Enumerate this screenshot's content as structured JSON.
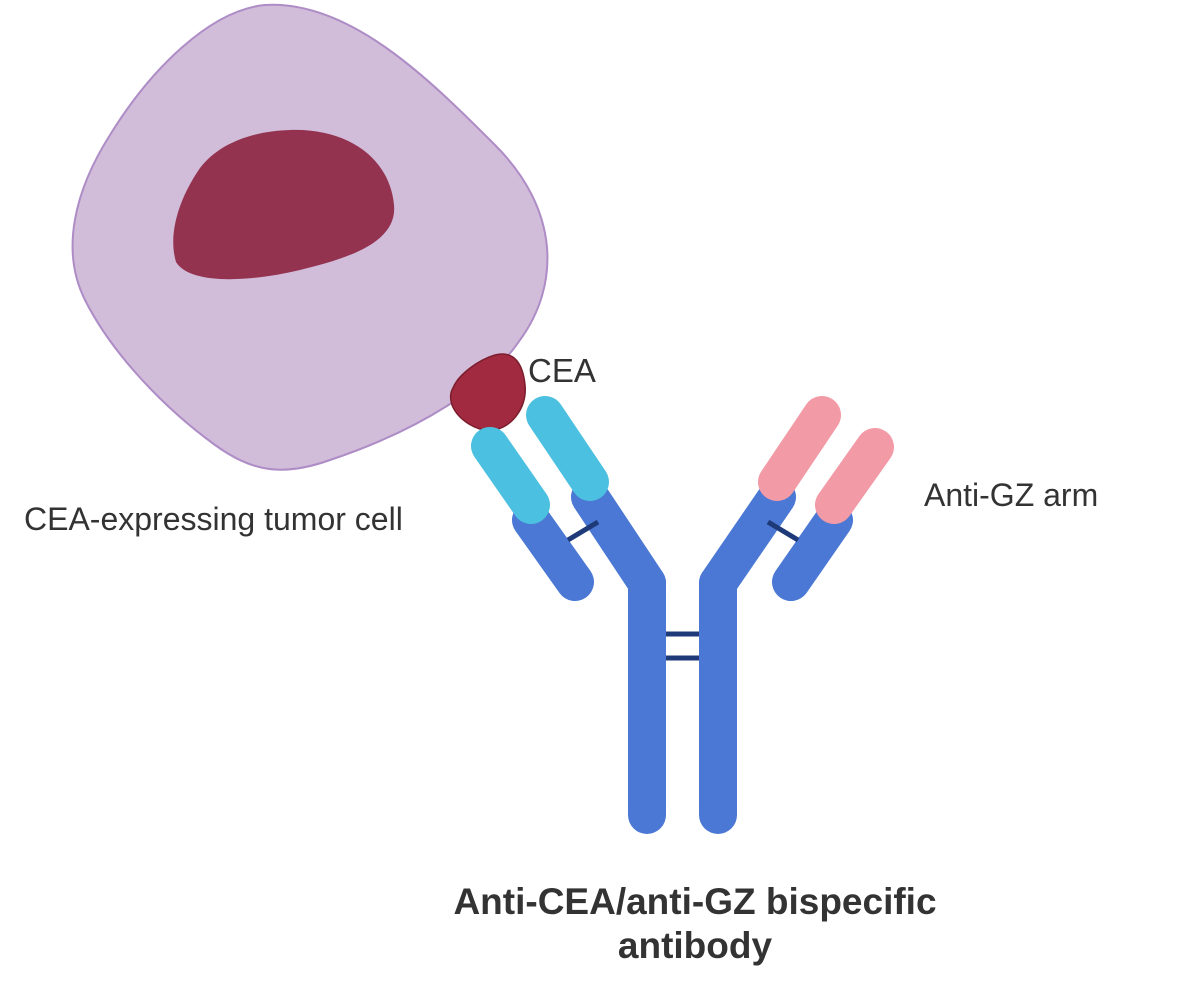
{
  "labels": {
    "antigen": "CEA",
    "tumor_cell": "CEA-expressing tumor cell",
    "gz_arm": "Anti-GZ arm"
  },
  "title": {
    "line1": "Anti-CEA/anti-GZ bispecific",
    "line2": "antibody"
  },
  "colors": {
    "cell_body": "#d0bcd8",
    "cell_outline": "#b08cc4",
    "nucleus": "#93334f",
    "cea_antigen": "#a12a40",
    "heavy_chain": "#4a78d4",
    "light_chain": "#4a78d4",
    "anti_cea_variable": "#4cc0e0",
    "anti_gz_variable": "#f29aa6",
    "disulfide_bond": "#1f3a78",
    "text": "#333333"
  },
  "icons": {
    "cell": "tumor-cell-icon",
    "antigen": "cea-antigen-icon",
    "antibody": "bispecific-antibody-icon"
  }
}
